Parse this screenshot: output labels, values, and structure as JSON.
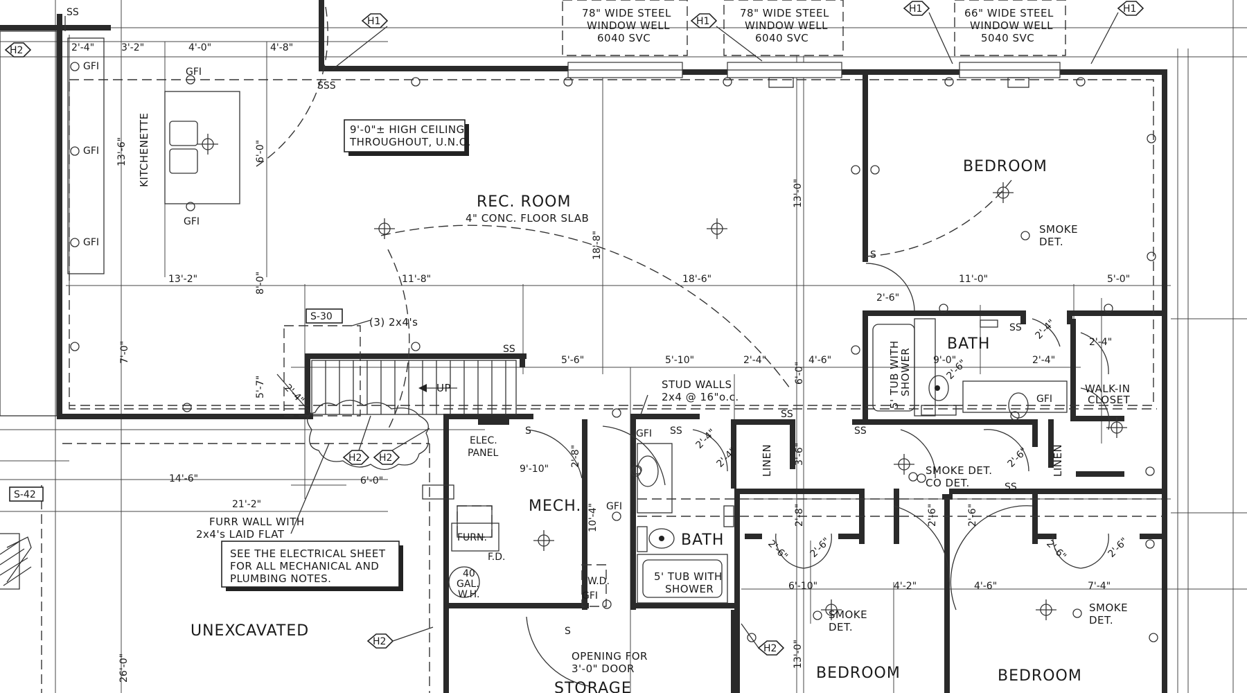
{
  "rooms": {
    "rec_room": "REC. ROOM",
    "rec_room_note": "4\" CONC. FLOOR SLAB",
    "kitchenette": "KITCHENETTE",
    "bedroom_1": "BEDROOM",
    "bedroom_2": "BEDROOM",
    "bedroom_3": "BEDROOM",
    "bath_1": "BATH",
    "bath_2": "BATH",
    "mech": "MECH.",
    "unexcavated": "UNEXCAVATED",
    "storage": "STORAGE",
    "walk_in_closet_1": "WALK-IN",
    "walk_in_closet_2": "CLOSET",
    "linen_1": "LINEN",
    "linen_2": "LINEN"
  },
  "notes": {
    "ceiling_1": "9'-0\"± HIGH CEILING",
    "ceiling_2": "THROUGHOUT, U.N.O.",
    "electrical_1": "SEE THE ELECTRICAL SHEET",
    "electrical_2": "FOR ALL MECHANICAL AND",
    "electrical_3": "PLUMBING NOTES.",
    "tub_1": "5' TUB WITH",
    "tub_2": "SHOWER",
    "tub_v1": "5' TUB WITH",
    "tub_v2": "SHOWER",
    "stud_1": "STUD WALLS",
    "stud_2": "2x4 @ 16\"o.c.",
    "furr_1": "FURR WALL WITH",
    "furr_2": "2x4's LAID FLAT",
    "opening_1": "OPENING FOR",
    "opening_2": "3'-0\" DOOR",
    "stair_2x4": "(3) 2x4's",
    "up": "UP",
    "elec_1": "ELEC.",
    "elec_2": "PANEL",
    "furn": "FURN.",
    "fd": "F.D.",
    "wh_1": "40",
    "wh_2": "GAL.",
    "wh_3": "W.H.",
    "wd": "W.D.",
    "smoke_1a": "SMOKE",
    "smoke_1b": "DET.",
    "smoke_2a": "SMOKE DET.",
    "smoke_2b": "CO DET.",
    "smoke_3a": "SMOKE",
    "smoke_3b": "DET.",
    "smoke_4a": "SMOKE",
    "smoke_4b": "DET."
  },
  "windows": {
    "w1_1": "78\" WIDE STEEL",
    "w1_2": "WINDOW WELL",
    "w1_3": "6040 SVC",
    "w2_1": "78\" WIDE STEEL",
    "w2_2": "WINDOW WELL",
    "w2_3": "6040 SVC",
    "w3_1": "66\" WIDE STEEL",
    "w3_2": "WINDOW WELL",
    "w3_3": "5040 SVC"
  },
  "tags": {
    "h1": "H1",
    "h2": "H2",
    "s30": "S-30",
    "s42": "S-42",
    "ss": "SS",
    "sss": "SSS",
    "gfi": "GFI",
    "s": "S"
  },
  "dimensions": {
    "d_2_4": "2'-4\"",
    "d_3_2": "3'-2\"",
    "d_4_0": "4'-0\"",
    "d_4_8": "4'-8\"",
    "d_13_6": "13'-6\"",
    "d_6_0": "6'-0\"",
    "d_13_2": "13'-2\"",
    "d_8_0": "8'-0\"",
    "d_11_8": "11'-8\"",
    "d_18_8": "18'-8\"",
    "d_18_6": "18'-6\"",
    "d_13_0": "13'-0\"",
    "d_11_0": "11'-0\"",
    "d_5_0": "5'-0\"",
    "d_2_6": "2'-6\"",
    "d_7_0": "7'-0\"",
    "d_5_6": "5'-6\"",
    "d_5_10": "5'-10\"",
    "d_2_4b": "2'-4\"",
    "d_6_0b": "6'-0\"",
    "d_4_6": "4'-6\"",
    "d_9_0": "9'-0\"",
    "d_2_4c": "2'-4\"",
    "d_2_4d": "2'-4\"",
    "d_2_4e": "2'-4\"",
    "d_5_7": "5'-7\"",
    "d_2_4f": "2'-4\"",
    "d_14_6": "14'-6\"",
    "d_6_0c": "6'-0\"",
    "d_21_2": "21'-2\"",
    "d_2_8": "2'-8\"",
    "d_9_10": "9'-10\"",
    "d_10_4": "10'-4\"",
    "d_2_4g": "2'-4\"",
    "d_2_4h": "2'-4\"",
    "d_3_6": "3'-6\"",
    "d_2_6b": "2'-6\"",
    "d_2_8b": "2'-8\"",
    "d_2_6c": "2'-6\"",
    "d_2_6d": "2'-6\"",
    "d_2_6e": "2'-6\"",
    "d_2_6f": "2'-6\"",
    "d_2_6g": "2'-6\"",
    "d_2_6h": "2'-6\"",
    "d_2_6i": "2'-6\"",
    "d_6_10": "6'-10\"",
    "d_4_2": "4'-2\"",
    "d_4_6b": "4'-6\"",
    "d_7_4": "7'-4\"",
    "d_13_0b": "13'-0\"",
    "d_26_0": "26'-0\""
  }
}
